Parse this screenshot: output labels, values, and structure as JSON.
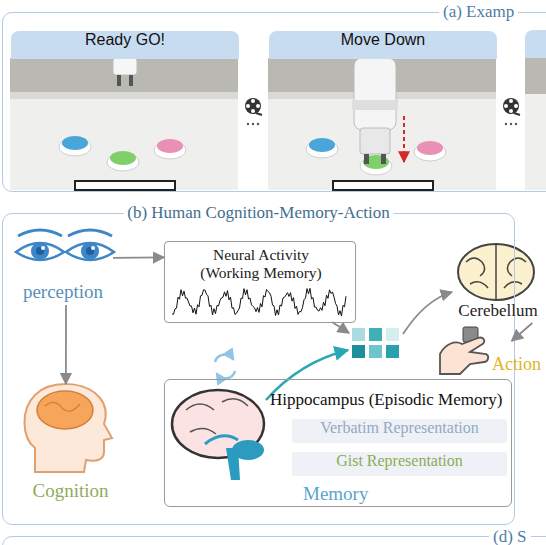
{
  "diagram": {
    "nodes": [
      {
        "text": [
          "(a) Examp"
        ]
      },
      {
        "text": [
          "Ready GO!"
        ],
        "in": 0
      },
      {
        "text": [
          "Move Down"
        ],
        "in": 0
      },
      {
        "text": [
          "(b) Human Cognition-Memory-Action"
        ]
      },
      {
        "text": [
          "perception"
        ],
        "in": 3
      },
      {
        "text": [
          "Neural Activity (Working Memory)"
        ],
        "in": 3
      },
      {
        "text": [
          "Cerebellum"
        ],
        "in": 3
      },
      {
        "text": [
          "Action"
        ],
        "in": 3
      },
      {
        "text": [
          "Cognition"
        ],
        "in": 3
      },
      {
        "text": [
          "Hippocampus (Episodic Memory)",
          "Memory"
        ],
        "in": 3
      },
      {
        "text": [
          "Verbatim Representation"
        ],
        "in": 9
      },
      {
        "text": [
          "Gist Representation"
        ],
        "in": 9
      },
      {
        "text": [
          "(d) S"
        ]
      }
    ],
    "edges": [
      {
        "from": 4,
        "to": 5,
        "arrow": "to"
      },
      {
        "from": 4,
        "to": 8,
        "arrow": "to"
      },
      {
        "from": 6,
        "to": 7,
        "arrow": "to"
      }
    ]
  }
}
